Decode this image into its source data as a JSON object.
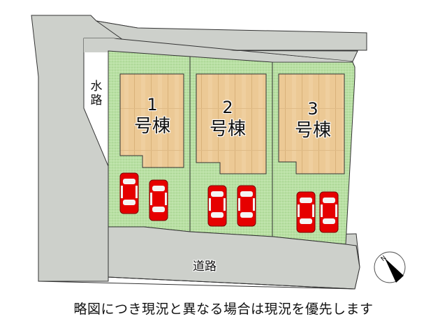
{
  "map": {
    "waterway_label": "水路",
    "road_label": "道路",
    "houses": [
      {
        "number": "1",
        "name": "号棟",
        "cars": 2
      },
      {
        "number": "2",
        "name": "号棟",
        "cars": 2
      },
      {
        "number": "3",
        "name": "号棟",
        "cars": 2
      }
    ],
    "compass": {
      "label": "N",
      "icon": "north-arrow-icon"
    },
    "colors": {
      "road": "#cdd0cb",
      "lawn": "#b6dea0",
      "house_floor": "#e9c592",
      "car": "#e60000",
      "outline": "#333333"
    }
  },
  "caption": "略図につき現況と異なる場合は現況を優先します"
}
